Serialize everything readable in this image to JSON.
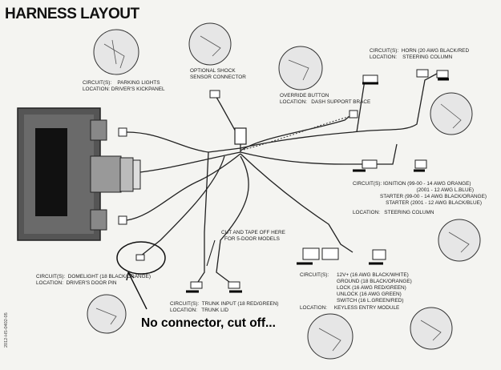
{
  "title": "HARNESS LAYOUT",
  "note": "No connector, cut off...",
  "side_text": "2012-HS-0402-05",
  "labels": {
    "parking": {
      "c": "CIRCUIT(S):",
      "cv": "PARKING LIGHTS",
      "l": "LOCATION:",
      "lv": "DRIVER'S KICKPANEL"
    },
    "shock": {
      "l1": "OPTIONAL SHOCK",
      "l2": "SENSOR CONNECTOR"
    },
    "override": {
      "l1": "OVERRIDE BUTTON",
      "l": "LOCATION:",
      "lv": "DASH SUPPORT BRACE"
    },
    "horn": {
      "c": "CIRCUIT(S):",
      "cv": "HORN (20 AWG BLACK/RED",
      "l": "LOCATION:",
      "lv": "STEERING COLUMN"
    },
    "ignition": {
      "c": "CIRCUIT(S):",
      "l1": "IGNITION (99-00 - 14 AWG ORANGE)",
      "l2": "(2001 - 12 AWG L.BLUE)",
      "l3": "STARTER (99-00 - 14 AWG BLACK/ORANGE)",
      "l4": "STARTER (2001 - 12 AWG BLACK/BLUE)",
      "l": "LOCATION:",
      "lv": "STEERING COLUMN"
    },
    "cut": {
      "l1": "CUT AND TAPE OFF HERE",
      "l2": "FOR 5-DOOR MODELS"
    },
    "keyless": {
      "c": "CIRCUIT(S):",
      "l1": "12V+ (16 AWG BLACK/WHITE)",
      "l2": "GROUND (18 BLACK/ORANGE)",
      "l3": "LOCK (16 AWG RED/GREEN)",
      "l4": "UNLOCK (16 AWG GREEN)",
      "l5": "SWITCH (16 L.GREEN/RED)",
      "l": "LOCATION:",
      "lv": "KEYLESS ENTRY MODULE"
    },
    "dome": {
      "c": "CIRCUIT(S):",
      "cv": "DOMELIGHT (18 BLACK/ORANGE)",
      "l": "LOCATION:",
      "lv": "DRIVER'S DOOR PIN"
    },
    "trunk": {
      "c": "CIRCUIT(S):",
      "cv": "TRUNK INPUT (18 RED/GREEN)",
      "l": "LOCATION:",
      "lv": "TRUNK LID"
    }
  }
}
